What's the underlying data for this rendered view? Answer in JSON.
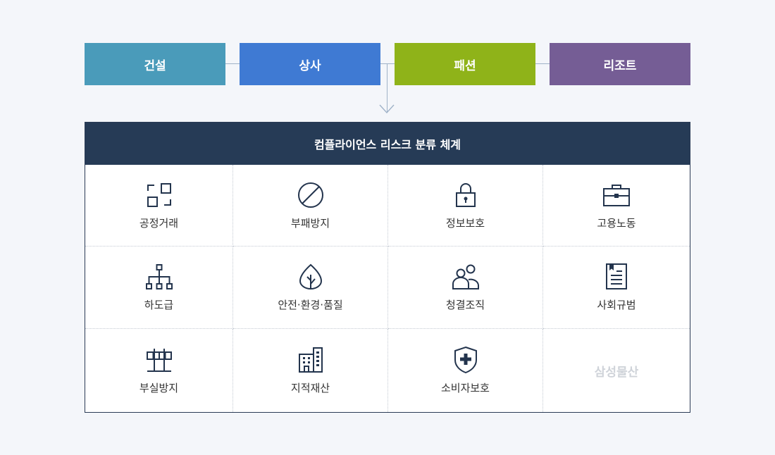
{
  "businesses": {
    "construction": {
      "label": "건설",
      "color": "#4a9bba"
    },
    "trading": {
      "label": "상사",
      "color": "#3f7ad3"
    },
    "fashion": {
      "label": "패션",
      "color": "#8fb319"
    },
    "resort": {
      "label": "리조트",
      "color": "#755d95"
    }
  },
  "panel": {
    "title": "컴플라이언스 리스크 분류 체계",
    "items": [
      {
        "label": "공정거래",
        "icon": "fair-trade-icon"
      },
      {
        "label": "부패방지",
        "icon": "prohibited-icon"
      },
      {
        "label": "정보보호",
        "icon": "lock-icon"
      },
      {
        "label": "고용노동",
        "icon": "briefcase-icon"
      },
      {
        "label": "하도급",
        "icon": "org-chart-icon"
      },
      {
        "label": "안전·환경·품질",
        "icon": "leaf-icon"
      },
      {
        "label": "청결조직",
        "icon": "people-icon"
      },
      {
        "label": "사회규범",
        "icon": "document-icon"
      },
      {
        "label": "부실방지",
        "icon": "barrier-icon"
      },
      {
        "label": "지적재산",
        "icon": "building-icon"
      },
      {
        "label": "소비자보호",
        "icon": "shield-cross-icon"
      },
      {
        "label": "삼성물산",
        "icon": ""
      }
    ]
  },
  "colors": {
    "header_bg": "#263b56",
    "icon_stroke": "#23344d",
    "connector": "#9fb2c8"
  }
}
